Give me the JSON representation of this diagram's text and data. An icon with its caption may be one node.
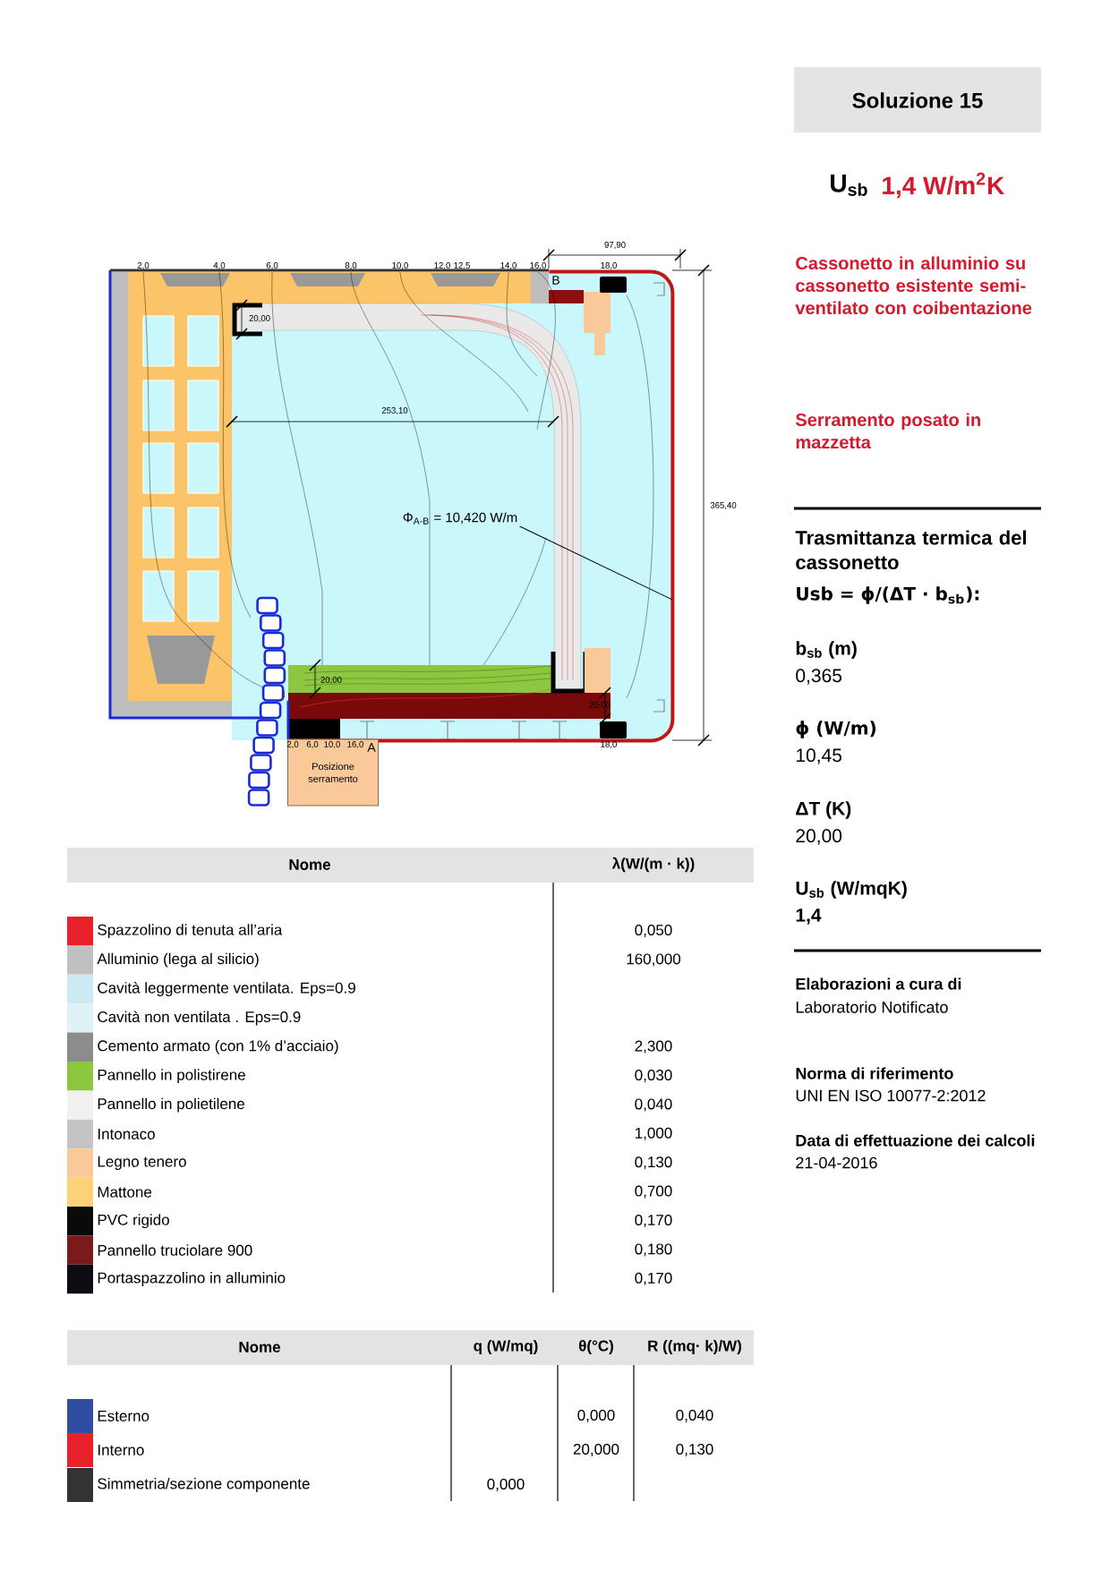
{
  "diagram": {
    "title": "Soluzione 15",
    "nodes": [
      {
        "text": [],
        "shape": "box"
      },
      {
        "text": [
          "Φ$_{A-B}$ = 10,420 W/m"
        ],
        "in": 0
      },
      {
        "text": [
          "Posizione serramento"
        ]
      }
    ],
    "edges": [
      {
        "from": 1,
        "to": 0,
        "arrow": "none"
      }
    ],
    "labels": [
      "U$_{sb}$",
      "1,4 W/m$^{2}$K",
      "Cassonetto in alluminio su cassonetto esistente semi-ventilato con coibentazione",
      "Serramento posato in mazzetta",
      "97,90",
      "2,0",
      "4,0",
      "6,0",
      "8,0",
      "10,0",
      "12,0",
      "12,5",
      "14,0",
      "16,0",
      "18,0",
      "B",
      "20,00",
      "253,10",
      "365,40",
      "20,00",
      "20,00",
      "2,0",
      "6,0",
      "10,0",
      "16,0",
      "A",
      "18,0",
      "Trasmittanza termica del cassonetto",
      "Usb = ϕ/(ΔT · b$_{sb}$):",
      "b$_{sb}$ (m)",
      "0,365",
      "ϕ (W/m)",
      "10,45",
      "ΔT (K)",
      "20,00",
      "U$_{sb}$ (W/mqK)",
      "1,4",
      "Elaborazioni a cura di",
      "Laboratorio Notificato",
      "Norma di riferimento",
      "UNI EN ISO 10077-2:2012",
      "Data di effettuazione dei calcoli",
      "21-04-2016",
      "Nome",
      "λ(W/(m · k))",
      "0,050",
      "160,000",
      "2,300",
      "0,030",
      "0,040",
      "1,000",
      "0,130",
      "0,700",
      "0,170",
      "0,180",
      "0,170",
      "Nome",
      "q (W/mq)",
      "θ(°C)",
      "R ((mq· k)/W)",
      "0,000",
      "0,040",
      "20,000",
      "0,130",
      "0,000"
    ],
    "legend": [
      {
        "text": "Spazzolino di tenuta all’aria",
        "color": "#e8202a"
      },
      {
        "text": "Alluminio (lega al silicio)",
        "color": "#c0c0c0"
      },
      {
        "text": "Cavità leggermente ventilata. Eps=0.9",
        "color": "#cde9f2"
      },
      {
        "text": "Cavità non  ventilata . Eps=0.9",
        "color": "#dff2f6"
      },
      {
        "text": "Cemento armato  (con 1% d’acciaio)",
        "color": "#8c8c8c"
      },
      {
        "text": "Pannello in polistirene",
        "color": "#8dc63f"
      },
      {
        "text": "Pannello in polietilene",
        "color": "#f0f0f0"
      },
      {
        "text": "Intonaco",
        "color": "#c4c4c4"
      },
      {
        "text": "Legno tenero",
        "color": "#f9c99a"
      },
      {
        "text": "Mattone",
        "color": "#fcd27a"
      },
      {
        "text": "PVC rigido",
        "color": "#0a0a0a"
      },
      {
        "text": "Pannello truciolare 900",
        "color": "#7a1a1a"
      },
      {
        "text": "Portaspazzolino in alluminio",
        "color": "#0c0c12"
      },
      {
        "text": "Esterno",
        "color": "#2f4ea0"
      },
      {
        "text": "Interno",
        "color": "#e8202a"
      },
      {
        "text": "Simmetria/sezione componente",
        "color": "#333333"
      }
    ]
  }
}
